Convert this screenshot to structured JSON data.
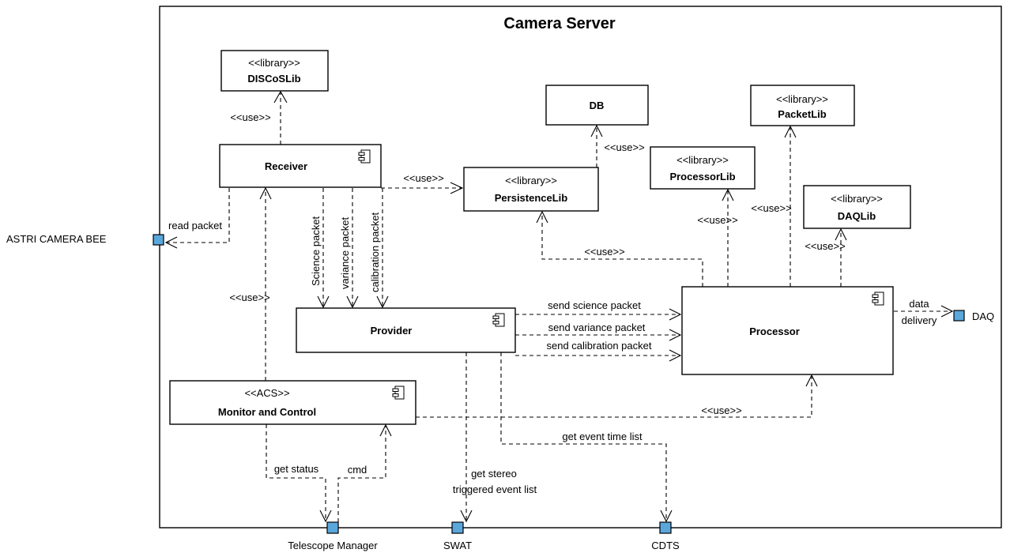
{
  "diagram": {
    "title": "Camera Server",
    "components": {
      "discoslib": {
        "stereotype": "<<library>>",
        "name": "DISCoSLib"
      },
      "db": {
        "name": "DB"
      },
      "packetlib": {
        "stereotype": "<<library>>",
        "name": "PacketLib"
      },
      "processorlib": {
        "stereotype": "<<library>>",
        "name": "ProcessorLib"
      },
      "persistencelib": {
        "stereotype": "<<library>>",
        "name": "PersistenceLib"
      },
      "daqlib": {
        "stereotype": "<<library>>",
        "name": "DAQLib"
      },
      "receiver": {
        "name": "Receiver"
      },
      "provider": {
        "name": "Provider"
      },
      "processor": {
        "name": "Processor"
      },
      "monitor": {
        "stereotype": "<<ACS>>",
        "name": "Monitor and Control"
      }
    },
    "ports": {
      "astri": "ASTRI CAMERA BEE",
      "daq": "DAQ",
      "telescope_manager": "Telescope Manager",
      "swat": "SWAT",
      "cdts": "CDTS"
    },
    "labels": {
      "use": "<<use>>",
      "read_packet": "read packet",
      "science_packet": "Science packet",
      "variance_packet": "variance packet",
      "calibration_packet": "calibration packet",
      "send_science": "send science packet",
      "send_variance": "send variance packet",
      "send_calibration": "send calibration packet",
      "data": "data",
      "delivery": "delivery",
      "get_status": "get status",
      "cmd": "cmd",
      "get_stereo": "get stereo",
      "triggered_event_list": "triggered event list",
      "get_event_time_list": "get event time list"
    }
  }
}
